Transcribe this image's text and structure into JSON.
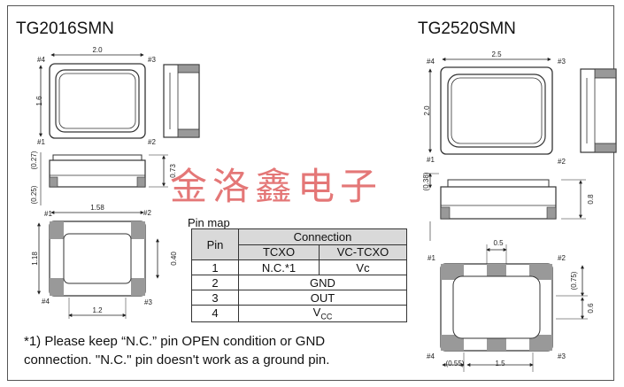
{
  "diagram": {
    "left_part": {
      "name": "TG2016SMN",
      "dims": {
        "width": "2.0",
        "height": "1.6",
        "side_top": "(0.27)",
        "side_total": "0.73",
        "side_bottom": "(0.25)",
        "pad_width": "1.58",
        "pad_height": "1.18",
        "pad_gap": "0.40",
        "pad_pitch": "1.2"
      }
    },
    "right_part": {
      "name": "TG2520SMN",
      "dims": {
        "width": "2.5",
        "height": "2.0",
        "side_top": "(0.38)",
        "side_total": "0.8",
        "pad_pitch_top": "0.5",
        "pad_height": "(0.75)",
        "pad_gap": "0.6",
        "pad_left": "(0.55)",
        "pad_pitch": "1.5"
      }
    },
    "pins": {
      "p1": "#1",
      "p2": "#2",
      "p3": "#3",
      "p4": "#4"
    },
    "pin_map": {
      "label": "Pin map",
      "col_pin": "Pin",
      "col_connection": "Connection",
      "col_tcxo": "TCXO",
      "col_vctcxo": "VC-TCXO",
      "rows": [
        {
          "pin": "1",
          "tcxo": "N.C.*1",
          "vctcxo": "Vc"
        },
        {
          "pin": "2",
          "both": "GND"
        },
        {
          "pin": "3",
          "both": "OUT"
        },
        {
          "pin": "4",
          "both": "V",
          "sub": "CC"
        }
      ]
    },
    "note_line1": "*1) Please keep “N.C.” pin OPEN condition or GND",
    "note_line2": "connection. \"N.C.\" pin doesn't work as a ground pin.",
    "watermark": "金洛鑫电子"
  }
}
